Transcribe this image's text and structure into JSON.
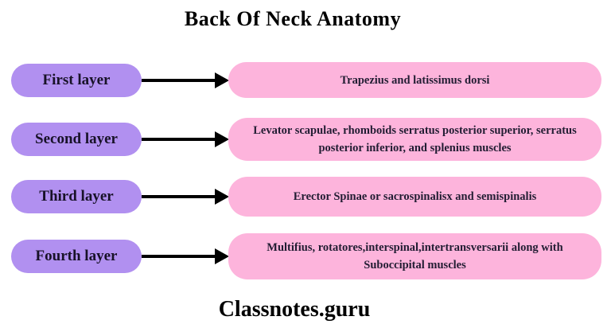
{
  "title": "Back Of Neck Anatomy",
  "footer": "Classnotes.guru",
  "colors": {
    "pill": "#b190f0",
    "box": "#fdb4dc",
    "arrow": "#000000"
  },
  "rows": [
    {
      "label": "First layer",
      "description": "Trapezius and latissimus dorsi"
    },
    {
      "label": "Second layer",
      "description": "Levator scapulae, rhomboids serratus posterior superior, serratus posterior inferior, and splenius muscles"
    },
    {
      "label": "Third layer",
      "description": "Erector Spinae or sacrospinalisx and semispinalis"
    },
    {
      "label": "Fourth layer",
      "description": "Multifius, rotatores,interspinal,intertransversarii along with Suboccipital muscles"
    }
  ]
}
